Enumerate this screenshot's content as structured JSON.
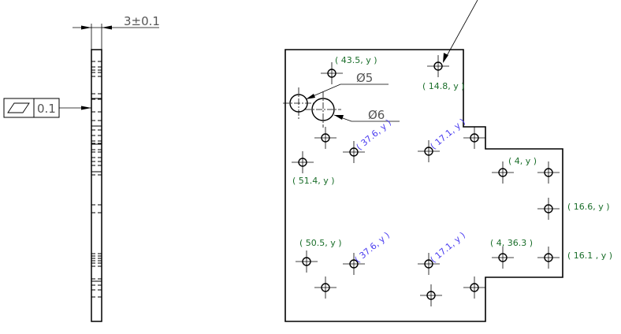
{
  "side_view": {
    "thickness_dimension": "3±0.1",
    "flatness_symbol": "flatness-icon",
    "flatness_tolerance": "0.1"
  },
  "plan_view": {
    "diameter_labels": [
      "Ø5",
      "Ø6"
    ],
    "hole_labels_green": [
      "( 43.5, y )",
      "( 14.8, y )",
      "( 51.4, y )",
      "( 4, y )",
      "( 16.6, y )",
      "( 50.5, y )",
      "( 4, 36.3 )",
      "( 16.1 , y )"
    ],
    "hole_labels_blue": [
      "( 37.6, y )",
      "( 17.1, y )",
      "( 37.6, y )",
      "( 17.1, y )"
    ]
  },
  "colors": {
    "outline": "#000000",
    "dimension": "#555555",
    "green_label": "#1a6e2a",
    "blue_label": "#4a3cf0"
  }
}
